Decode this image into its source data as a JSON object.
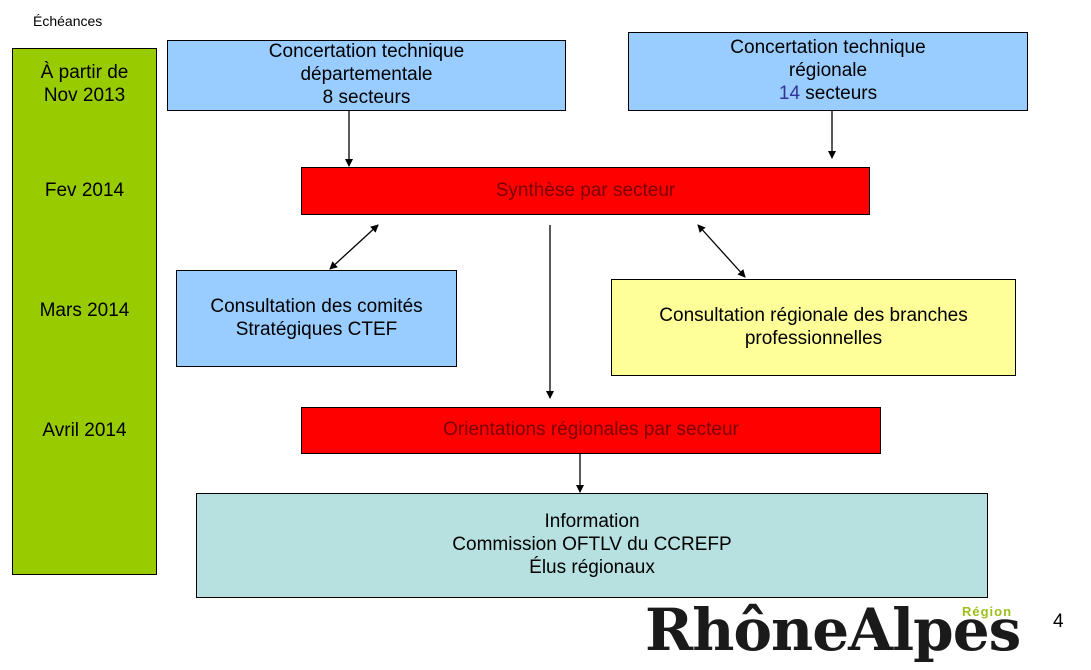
{
  "header": {
    "echeances_label": "Échéances"
  },
  "timeline": {
    "items": [
      {
        "line1": "À partir de",
        "line2": "Nov 2013"
      },
      {
        "line1": "Fev 2014",
        "line2": ""
      },
      {
        "line1": "Mars 2014",
        "line2": ""
      },
      {
        "line1": "Avril 2014",
        "line2": ""
      }
    ]
  },
  "boxes": {
    "concertation_dep": {
      "line1": "Concertation technique",
      "line2": "départementale",
      "line3": "8 secteurs"
    },
    "concertation_reg": {
      "line1": "Concertation technique",
      "line2": "régionale",
      "line3_num": "14",
      "line3_rest": " secteurs"
    },
    "synthese": {
      "label": "Synthèse par secteur"
    },
    "consultation_ctef": {
      "line1": "Consultation des comités",
      "line2": "Stratégiques CTEF"
    },
    "consultation_branches": {
      "line1": "Consultation régionale des branches",
      "line2": "professionnelles"
    },
    "orientations": {
      "label": "Orientations régionales par secteur"
    },
    "information": {
      "line1": "Information",
      "line2": "Commission OFTLV du CCREFP",
      "line3": "Élus régionaux"
    }
  },
  "logo": {
    "main": "RhôneAlpes",
    "region": "Région"
  },
  "page_number": "4",
  "colors": {
    "timeline": "#99cc00",
    "blue_box": "#99ccff",
    "red_box": "#ff0000",
    "yellow_box": "#ffff99",
    "teal_box": "#b7e0e0"
  }
}
